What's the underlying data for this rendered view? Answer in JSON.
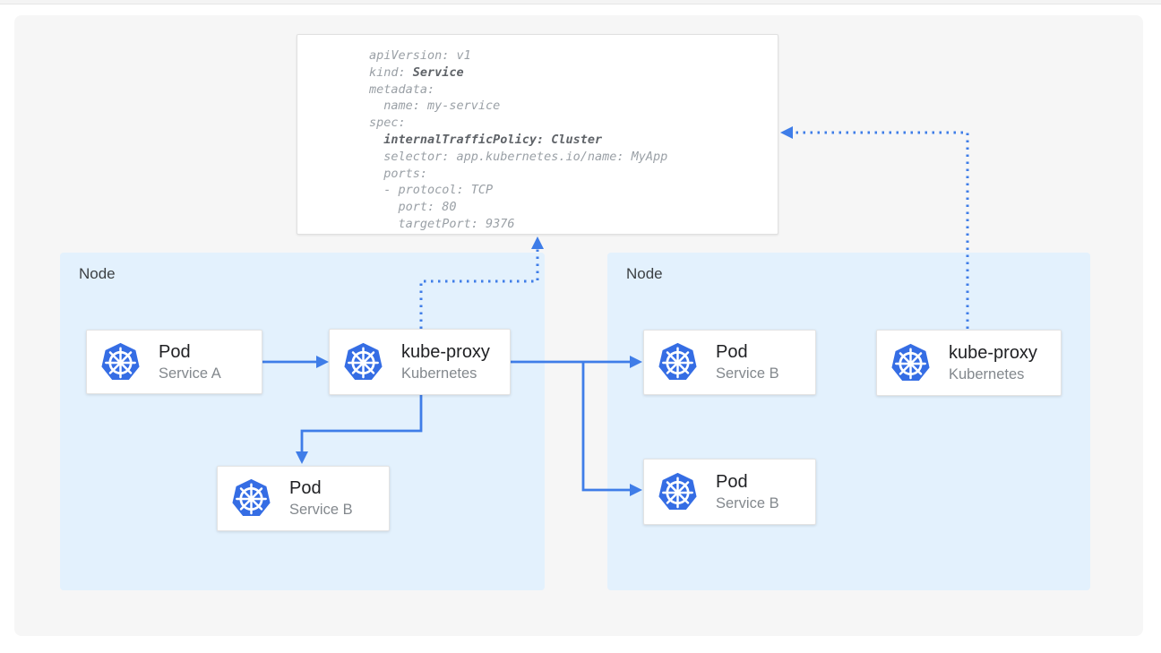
{
  "colors": {
    "arrow_blue": "#3f7de8",
    "node_fill": "#e3f1fd",
    "k8s_blue": "#356de4",
    "canvas_bg": "#f6f6f6"
  },
  "nodes": {
    "left": {
      "label": "Node"
    },
    "right": {
      "label": "Node"
    }
  },
  "cards": {
    "pod_a": {
      "title": "Pod",
      "subtitle": "Service A"
    },
    "kube_proxy_left": {
      "title": "kube-proxy",
      "subtitle": "Kubernetes"
    },
    "pod_b_left": {
      "title": "Pod",
      "subtitle": "Service B"
    },
    "pod_b_right_top": {
      "title": "Pod",
      "subtitle": "Service B"
    },
    "pod_b_right_bottom": {
      "title": "Pod",
      "subtitle": "Service B"
    },
    "kube_proxy_right": {
      "title": "kube-proxy",
      "subtitle": "Kubernetes"
    }
  },
  "yaml": {
    "lines": [
      {
        "pre": "apiVersion: v1"
      },
      {
        "pre": "kind: ",
        "bold": "Service"
      },
      {
        "pre": "metadata:"
      },
      {
        "pre": "  name: my-service"
      },
      {
        "pre": "spec:"
      },
      {
        "pre": "  ",
        "bold": "internalTrafficPolicy: Cluster"
      },
      {
        "pre": "  selector: app.kubernetes.io/name: MyApp"
      },
      {
        "pre": "  ports:"
      },
      {
        "pre": "  - protocol: TCP"
      },
      {
        "pre": "    port: 80"
      },
      {
        "pre": "    targetPort: 9376"
      }
    ]
  }
}
